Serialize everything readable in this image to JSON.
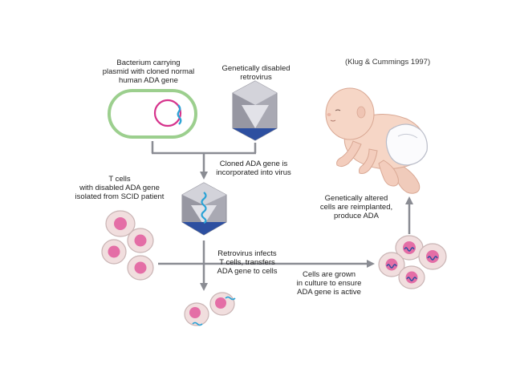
{
  "citation": "(Klug & Cummings 1997)",
  "labels": {
    "bacterium": [
      "Bacterium carrying",
      "plasmid with cloned normal",
      "human ADA gene"
    ],
    "retrovirus": [
      "Genetically disabled",
      "retrovirus"
    ],
    "cloned": [
      "Cloned ADA gene is",
      "incorporated into virus"
    ],
    "tcells": [
      "T cells",
      "with disabled ADA gene",
      "isolated from SCID patient"
    ],
    "infects": [
      "Retrovirus infects",
      "T cells, transfers",
      "ADA gene to cells"
    ],
    "grown": [
      "Cells are grown",
      "in culture to ensure",
      "ADA gene is active"
    ],
    "reimplanted": [
      "Genetically altered",
      "cells are reimplanted,",
      "produce ADA"
    ]
  },
  "colors": {
    "bacterium_border": "#9ccf8e",
    "plasmid": "#d6338c",
    "ada_gene": "#2aa3d6",
    "virus_gray": "#a9a9b3",
    "virus_light": "#dcdce2",
    "virus_dark": "#6e6e7a",
    "virus_blue": "#2d4fa0",
    "arrow": "#8a8c93",
    "cell_fill": "#f1dede",
    "cell_stroke": "#c9b4b4",
    "nucleus": "#e46ea6",
    "skin": "#f6d6c6",
    "skin_shade": "#e9bfae"
  }
}
